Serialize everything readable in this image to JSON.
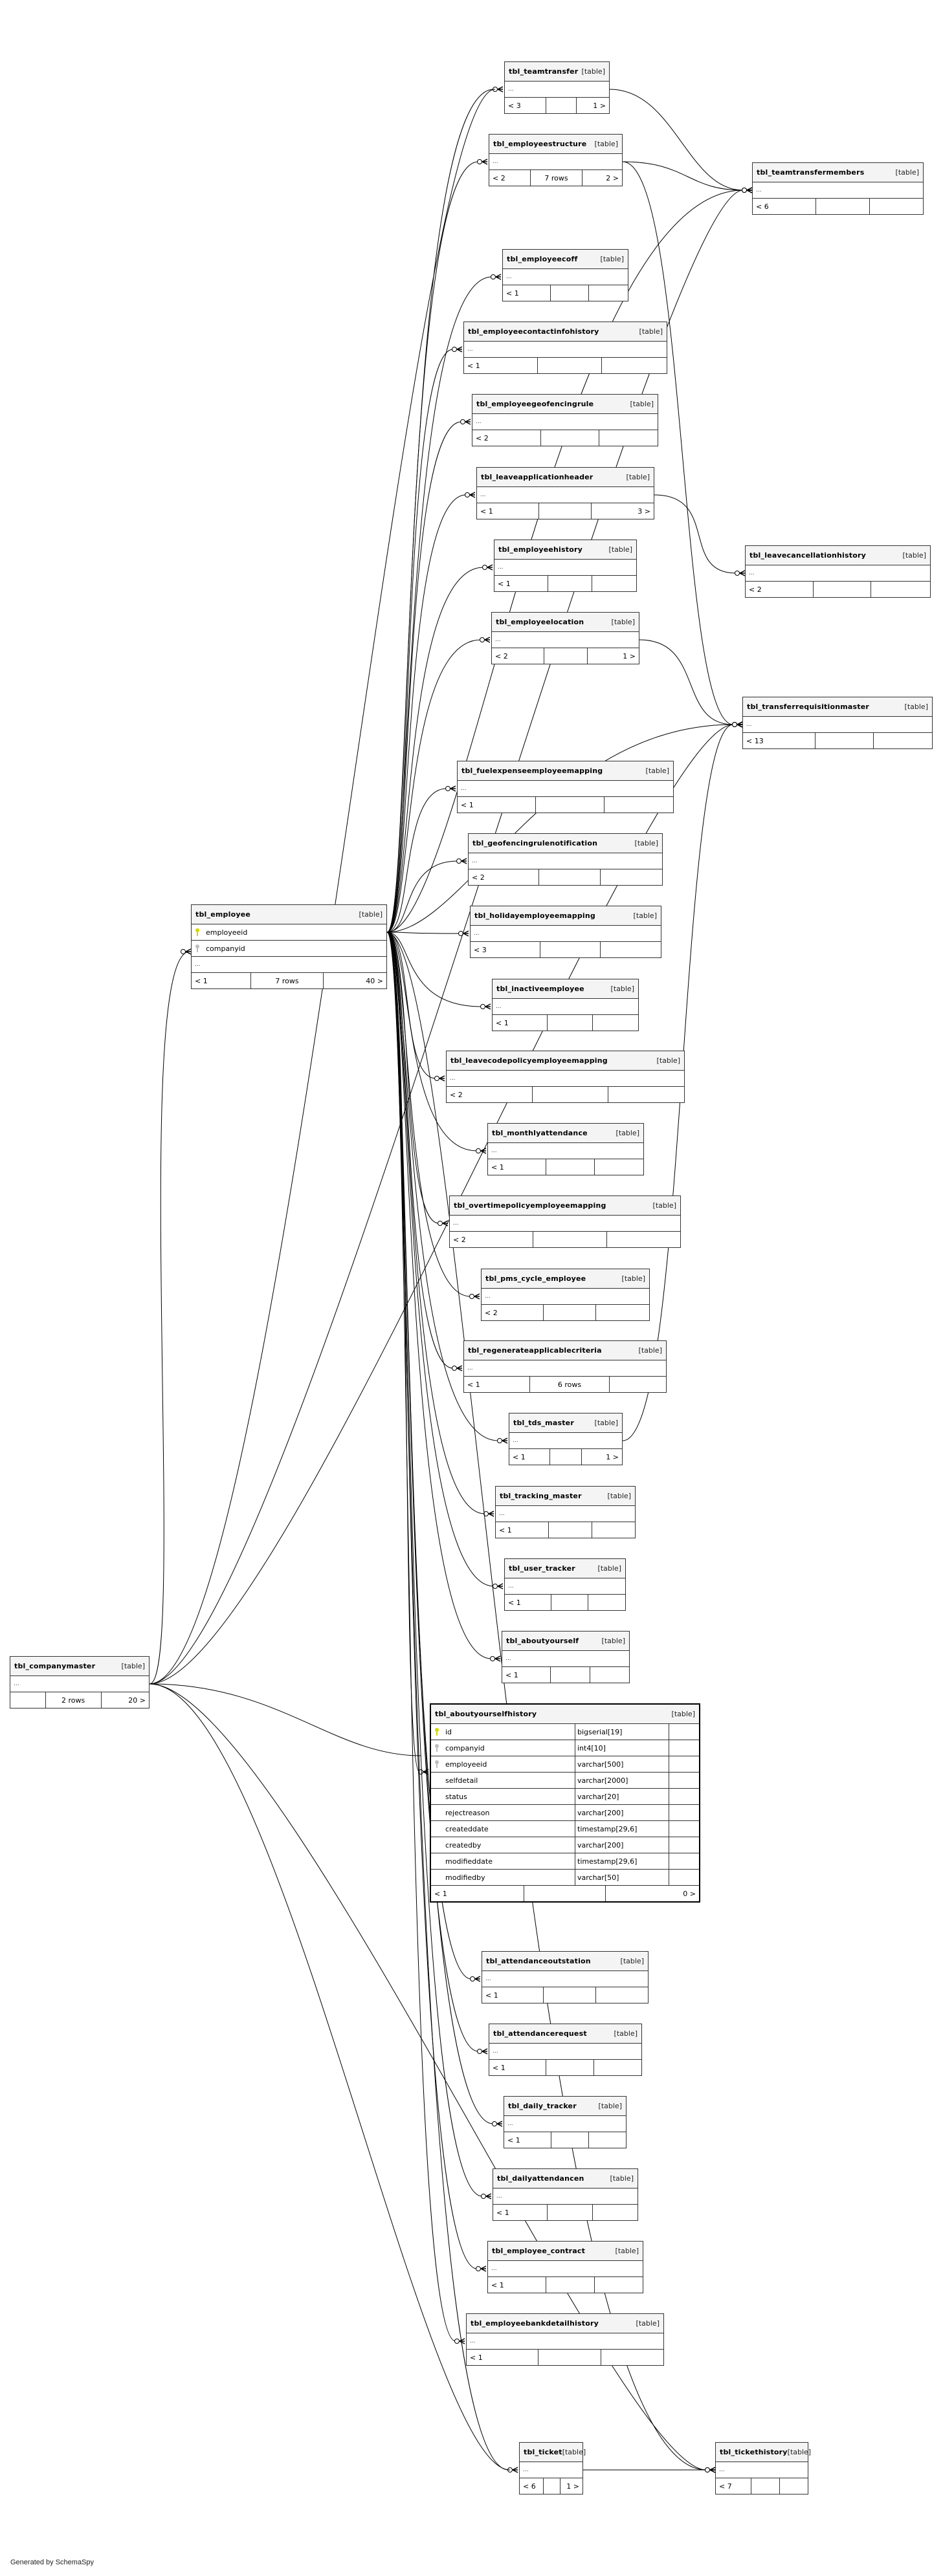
{
  "diagram": {
    "footer_credit": "Generated by SchemaSpy",
    "kind_label": "[table]",
    "ellipsis": "...",
    "tables": [
      {
        "id": "tbl_teamtransfer",
        "name": "tbl_teamtransfer",
        "parents": "< 3",
        "rows": "",
        "children": "1 >"
      },
      {
        "id": "tbl_employeestructure",
        "name": "tbl_employeestructure",
        "parents": "< 2",
        "rows": "7 rows",
        "children": "2 >"
      },
      {
        "id": "tbl_teamtransfermembers",
        "name": "tbl_teamtransfermembers",
        "parents": "< 6",
        "rows": "",
        "children": ""
      },
      {
        "id": "tbl_employeecoff",
        "name": "tbl_employeecoff",
        "parents": "< 1",
        "rows": "",
        "children": ""
      },
      {
        "id": "tbl_employeecontactinfohistory",
        "name": "tbl_employeecontactinfohistory",
        "parents": "< 1",
        "rows": "",
        "children": ""
      },
      {
        "id": "tbl_employeegeofencingrule",
        "name": "tbl_employeegeofencingrule",
        "parents": "< 2",
        "rows": "",
        "children": ""
      },
      {
        "id": "tbl_leaveapplicationheader",
        "name": "tbl_leaveapplicationheader",
        "parents": "< 1",
        "rows": "",
        "children": "3 >"
      },
      {
        "id": "tbl_employeehistory",
        "name": "tbl_employeehistory",
        "parents": "< 1",
        "rows": "",
        "children": ""
      },
      {
        "id": "tbl_employeelocation",
        "name": "tbl_employeelocation",
        "parents": "< 2",
        "rows": "",
        "children": "1 >"
      },
      {
        "id": "tbl_leavecancellationhistory",
        "name": "tbl_leavecancellationhistory",
        "parents": "< 2",
        "rows": "",
        "children": ""
      },
      {
        "id": "tbl_transferrequisitionmaster",
        "name": "tbl_transferrequisitionmaster",
        "parents": "< 13",
        "rows": "",
        "children": ""
      },
      {
        "id": "tbl_fuelexpenseemployeemapping",
        "name": "tbl_fuelexpenseemployeemapping",
        "parents": "< 1",
        "rows": "",
        "children": ""
      },
      {
        "id": "tbl_geofencingrulenotification",
        "name": "tbl_geofencingrulenotification",
        "parents": "< 2",
        "rows": "",
        "children": ""
      },
      {
        "id": "tbl_holidayemployeemapping",
        "name": "tbl_holidayemployeemapping",
        "parents": "< 3",
        "rows": "",
        "children": ""
      },
      {
        "id": "tbl_inactiveemployee",
        "name": "tbl_inactiveemployee",
        "parents": "< 1",
        "rows": "",
        "children": ""
      },
      {
        "id": "tbl_leavecodepolicyemployeemapping",
        "name": "tbl_leavecodepolicyemployeemapping",
        "parents": "< 2",
        "rows": "",
        "children": ""
      },
      {
        "id": "tbl_monthlyattendance",
        "name": "tbl_monthlyattendance",
        "parents": "< 1",
        "rows": "",
        "children": ""
      },
      {
        "id": "tbl_overtimepolicyemployeemapping",
        "name": "tbl_overtimepolicyemployeemapping",
        "parents": "< 2",
        "rows": "",
        "children": ""
      },
      {
        "id": "tbl_pms_cycle_employee",
        "name": "tbl_pms_cycle_employee",
        "parents": "< 2",
        "rows": "",
        "children": ""
      },
      {
        "id": "tbl_regenerateapplicablecriteria",
        "name": "tbl_regenerateapplicablecriteria",
        "parents": "< 1",
        "rows": "6 rows",
        "children": ""
      },
      {
        "id": "tbl_tds_master",
        "name": "tbl_tds_master",
        "parents": "< 1",
        "rows": "",
        "children": "1 >"
      },
      {
        "id": "tbl_tracking_master",
        "name": "tbl_tracking_master",
        "parents": "< 1",
        "rows": "",
        "children": ""
      },
      {
        "id": "tbl_user_tracker",
        "name": "tbl_user_tracker",
        "parents": "< 1",
        "rows": "",
        "children": ""
      },
      {
        "id": "tbl_aboutyourself",
        "name": "tbl_aboutyourself",
        "parents": "< 1",
        "rows": "",
        "children": ""
      },
      {
        "id": "tbl_aboutyourselfhistory",
        "name": "tbl_aboutyourselfhistory",
        "parents": "< 1",
        "rows": "",
        "children": "0 >",
        "columns": [
          {
            "name": "id",
            "type": "bigserial[19]",
            "key": "pk"
          },
          {
            "name": "companyid",
            "type": "int4[10]",
            "key": "fk"
          },
          {
            "name": "employeeid",
            "type": "varchar[500]",
            "key": "fk"
          },
          {
            "name": "selfdetail",
            "type": "varchar[2000]",
            "key": "none"
          },
          {
            "name": "status",
            "type": "varchar[20]",
            "key": "none"
          },
          {
            "name": "rejectreason",
            "type": "varchar[200]",
            "key": "none"
          },
          {
            "name": "createddate",
            "type": "timestamp[29,6]",
            "key": "none"
          },
          {
            "name": "createdby",
            "type": "varchar[200]",
            "key": "none"
          },
          {
            "name": "modifieddate",
            "type": "timestamp[29,6]",
            "key": "none"
          },
          {
            "name": "modifiedby",
            "type": "varchar[50]",
            "key": "none"
          }
        ]
      },
      {
        "id": "tbl_attendanceoutstation",
        "name": "tbl_attendanceoutstation",
        "parents": "< 1",
        "rows": "",
        "children": ""
      },
      {
        "id": "tbl_attendancerequest",
        "name": "tbl_attendancerequest",
        "parents": "< 1",
        "rows": "",
        "children": ""
      },
      {
        "id": "tbl_daily_tracker",
        "name": "tbl_daily_tracker",
        "parents": "< 1",
        "rows": "",
        "children": ""
      },
      {
        "id": "tbl_dailyattendancen",
        "name": "tbl_dailyattendancen",
        "parents": "< 1",
        "rows": "",
        "children": ""
      },
      {
        "id": "tbl_employee_contract",
        "name": "tbl_employee_contract",
        "parents": "< 1",
        "rows": "",
        "children": ""
      },
      {
        "id": "tbl_employeebankdetailhistory",
        "name": "tbl_employeebankdetailhistory",
        "parents": "< 1",
        "rows": "",
        "children": ""
      },
      {
        "id": "tbl_ticket",
        "name": "tbl_ticket",
        "parents": "< 6",
        "rows": "",
        "children": "1 >"
      },
      {
        "id": "tbl_tickethistory",
        "name": "tbl_tickethistory",
        "parents": "< 7",
        "rows": "",
        "children": ""
      },
      {
        "id": "tbl_employee",
        "name": "tbl_employee",
        "parents": "< 1",
        "rows": "7 rows",
        "children": "40 >",
        "columns": [
          {
            "name": "employeeid",
            "key": "pk"
          },
          {
            "name": "companyid",
            "key": "fk"
          }
        ]
      },
      {
        "id": "tbl_companymaster",
        "name": "tbl_companymaster",
        "parents": "",
        "rows": "2 rows",
        "children": "20 >"
      }
    ]
  }
}
